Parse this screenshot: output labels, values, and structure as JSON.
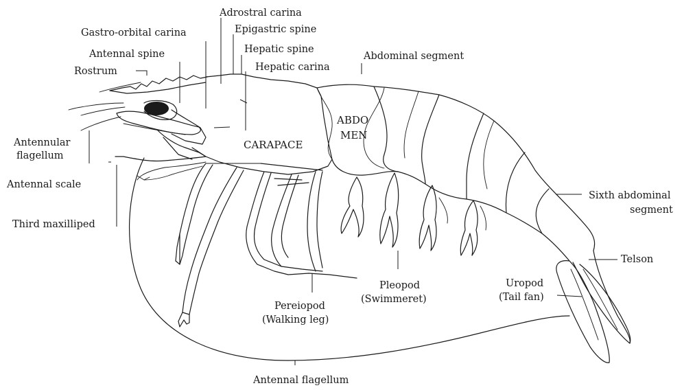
{
  "labels": {
    "adrostral_carina": "Adrostral carina",
    "epigastric_spine": "Epigastric spine",
    "gastro_orbital_carina": "Gastro-orbital carina",
    "hepatic_spine": "Hepatic spine",
    "antennal_spine": "Antennal spine",
    "hepatic_carina": "Hepatic carina",
    "abdominal_segment": "Abdominal segment",
    "rostrum": "Rostrum",
    "abdomen_line1": "ABDO",
    "abdomen_line2": "MEN",
    "carapace": "CARAPACE",
    "antennular_flagellum_line1": "Antennular",
    "antennular_flagellum_line2": "flagellum",
    "antennal_scale": "Antennal scale",
    "third_maxilliped": "Third maxilliped",
    "sixth_abdominal_segment_line1": "Sixth abdominal",
    "sixth_abdominal_segment_line2": "segment",
    "telson": "Telson",
    "pleopod_line1": "Pleopod",
    "pleopod_line2": "(Swimmeret)",
    "uropod_line1": "Uropod",
    "uropod_line2": "(Tail fan)",
    "pereiopod_line1": "Pereiopod",
    "pereiopod_line2": "(Walking leg)",
    "antennal_flagellum": "Antennal flagellum"
  }
}
